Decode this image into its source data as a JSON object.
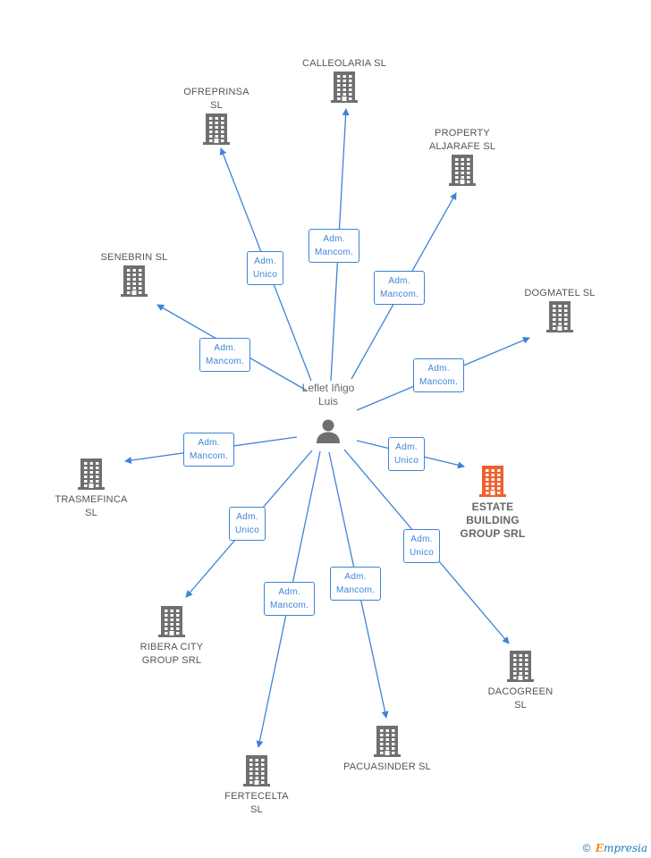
{
  "center": {
    "name": "Leflet Iñigo\nLuis",
    "icon": "person-icon"
  },
  "companies": [
    {
      "id": "calleolaria",
      "name": "CALLEOLARIA SL",
      "icon": "building-icon"
    },
    {
      "id": "ofreprinsa",
      "name": "OFREPRINSA\nSL",
      "icon": "building-icon"
    },
    {
      "id": "property",
      "name": "PROPERTY\nALJARAFE  SL",
      "icon": "building-icon"
    },
    {
      "id": "senebrin",
      "name": "SENEBRIN SL",
      "icon": "building-icon"
    },
    {
      "id": "dogmatel",
      "name": "DOGMATEL SL",
      "icon": "building-icon"
    },
    {
      "id": "trasmefinca",
      "name": "TRASMEFINCA\nSL",
      "icon": "building-icon"
    },
    {
      "id": "estate",
      "name": "ESTATE\nBUILDING\nGROUP SRL",
      "icon": "building-icon",
      "highlight": true
    },
    {
      "id": "ribera",
      "name": "RIBERA CITY\nGROUP SRL",
      "icon": "building-icon"
    },
    {
      "id": "dacogreen",
      "name": "DACOGREEN\nSL",
      "icon": "building-icon"
    },
    {
      "id": "pacuasinder",
      "name": "PACUASINDER SL",
      "icon": "building-icon"
    },
    {
      "id": "fertecelta",
      "name": "FERTECELTA\nSL",
      "icon": "building-icon"
    }
  ],
  "roles": {
    "calleolaria": "Adm.\nMancom.",
    "ofreprinsa": "Adm.\nUnico",
    "property": "Adm.\nMancom.",
    "senebrin": "Adm.\nMancom.",
    "dogmatel": "Adm.\nMancom.",
    "trasmefinca": "Adm.\nMancom.",
    "estate": "Adm.\nUnico",
    "ribera": "Adm.\nUnico",
    "dacogreen": "Adm.\nUnico",
    "pacuasinder": "Adm.\nMancom.",
    "fertecelta": "Adm.\nMancom."
  },
  "colors": {
    "edge": "#3d84d6",
    "building": "#6f6f6f",
    "highlight": "#f0602e"
  },
  "footer": {
    "copyright": "©",
    "brand_initial": "E",
    "brand_rest": "mpresia"
  }
}
